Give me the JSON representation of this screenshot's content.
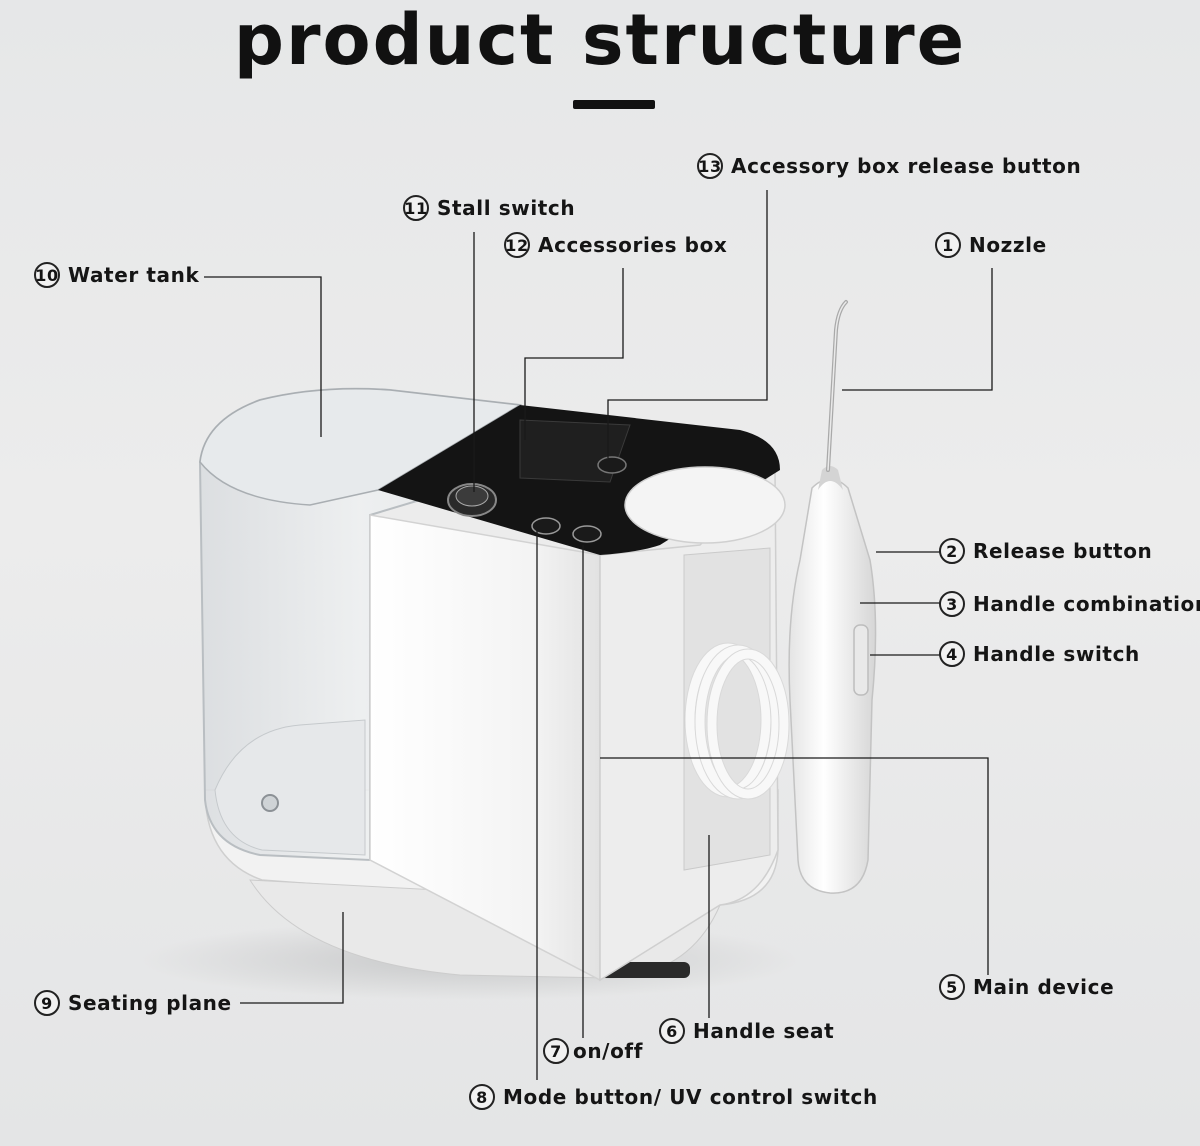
{
  "title": "product structure",
  "labels": [
    {
      "number": "1",
      "text": "Nozzle"
    },
    {
      "number": "2",
      "text": "Release button"
    },
    {
      "number": "3",
      "text": "Handle combination"
    },
    {
      "number": "4",
      "text": "Handle switch"
    },
    {
      "number": "5",
      "text": "Main device"
    },
    {
      "number": "6",
      "text": "Handle seat"
    },
    {
      "number": "7",
      "text": "on/off"
    },
    {
      "number": "8",
      "text": "Mode button/ UV control switch"
    },
    {
      "number": "9",
      "text": "Seating plane"
    },
    {
      "number": "10",
      "text": "Water tank"
    },
    {
      "number": "11",
      "text": "Stall switch"
    },
    {
      "number": "12",
      "text": "Accessories box"
    },
    {
      "number": "13",
      "text": "Accessory box release button"
    }
  ],
  "colors": {
    "background": "#e8e9ea",
    "panel": "#141414",
    "body": "#f7f7f7",
    "leader": "#1a1a1a"
  }
}
